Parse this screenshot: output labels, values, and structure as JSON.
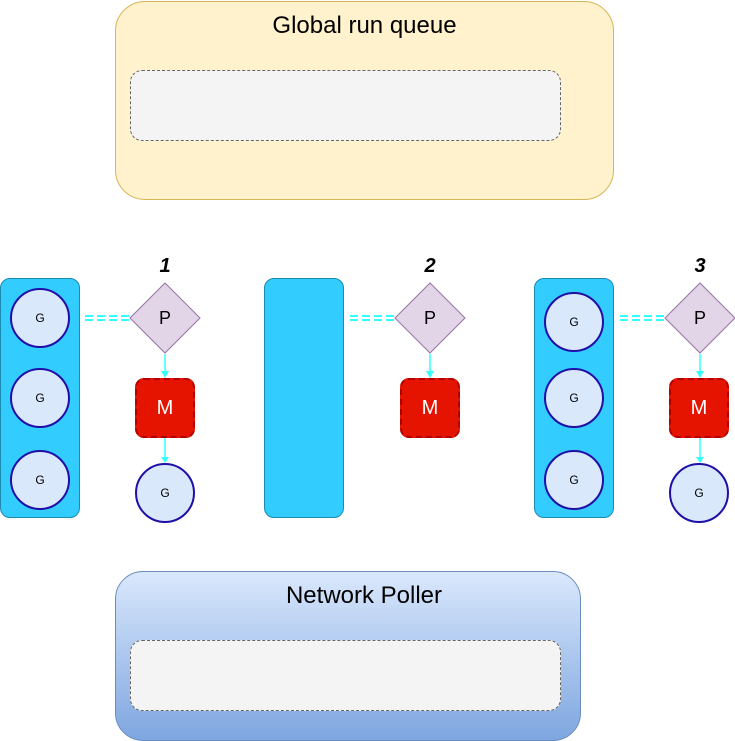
{
  "global_run_queue": {
    "title": "Global run queue"
  },
  "network_poller": {
    "title": "Network Poller"
  },
  "processors": [
    {
      "number": "1",
      "p_label": "P",
      "m_label": "M",
      "local_queue": [
        "G",
        "G",
        "G"
      ],
      "running_g": "G"
    },
    {
      "number": "2",
      "p_label": "P",
      "m_label": "M",
      "local_queue": [],
      "running_g": null
    },
    {
      "number": "3",
      "p_label": "P",
      "m_label": "M",
      "local_queue": [
        "G",
        "G",
        "G"
      ],
      "running_g": "G"
    }
  ],
  "colors": {
    "global_queue_fill": "#fff2cc",
    "global_queue_border": "#d6b656",
    "poller_fill_top": "#dae8fc",
    "poller_fill_bottom": "#7ea6e0",
    "local_queue_fill": "#33ccff",
    "goroutine_fill": "#dae8fc",
    "goroutine_border": "#1f0fa8",
    "processor_fill": "#e1d5e7",
    "machine_fill": "#e51400",
    "connector": "#33ffff"
  }
}
